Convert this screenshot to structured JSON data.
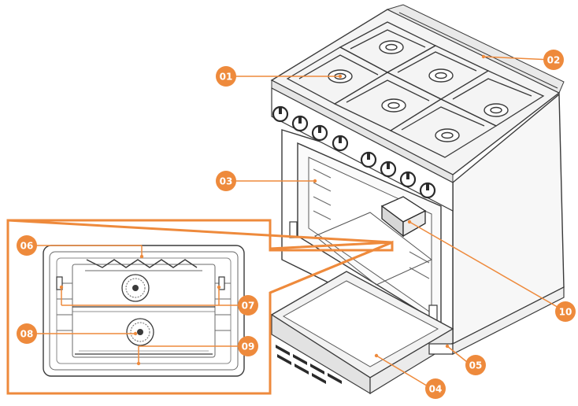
{
  "accent_color": "#ee8a3c",
  "callouts": [
    {
      "id": "c01",
      "label": "01"
    },
    {
      "id": "c02",
      "label": "02"
    },
    {
      "id": "c03",
      "label": "03"
    },
    {
      "id": "c04",
      "label": "04"
    },
    {
      "id": "c05",
      "label": "05"
    },
    {
      "id": "c06",
      "label": "06"
    },
    {
      "id": "c07",
      "label": "07"
    },
    {
      "id": "c08",
      "label": "08"
    },
    {
      "id": "c09",
      "label": "09"
    },
    {
      "id": "c10",
      "label": "10"
    }
  ]
}
